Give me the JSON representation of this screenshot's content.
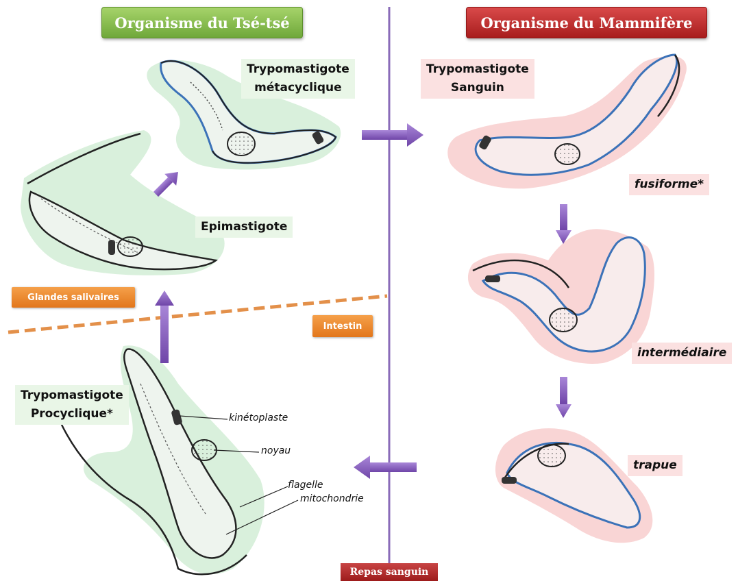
{
  "headers": {
    "tsetse": "Organisme du Tsé-tsé",
    "mammal": "Organisme du Mammifère",
    "colors": {
      "tsetse": "#7cb342",
      "mammal": "#c62828"
    }
  },
  "stages": {
    "metacyclic": [
      "Trypomastigote",
      "métacyclique"
    ],
    "epimastigote": "Epimastigote",
    "procyclic": [
      "Trypomastigote",
      "Procyclique*"
    ],
    "bloodstream": [
      "Trypomastigote",
      "Sanguin"
    ],
    "fusiform": "fusiforme*",
    "intermediate": "intermédiaire",
    "stumpy": "trapue"
  },
  "locations": {
    "salivary_glands": "Glandes salivaires",
    "intestine": "Intestin",
    "blood_meal": "Repas sanguin"
  },
  "organelles": {
    "kinetoplast": "kinétoplaste",
    "nucleus": "noyau",
    "flagellum": "flagelle",
    "mitochondrion": "mitochondrie"
  },
  "colors": {
    "divider": "#8a6bb8",
    "arrow": "#8e63c4",
    "tag": "#ec8a2c",
    "tsetse_bg": "#d9f0dc",
    "mammal_bg": "#f9d5d5"
  }
}
